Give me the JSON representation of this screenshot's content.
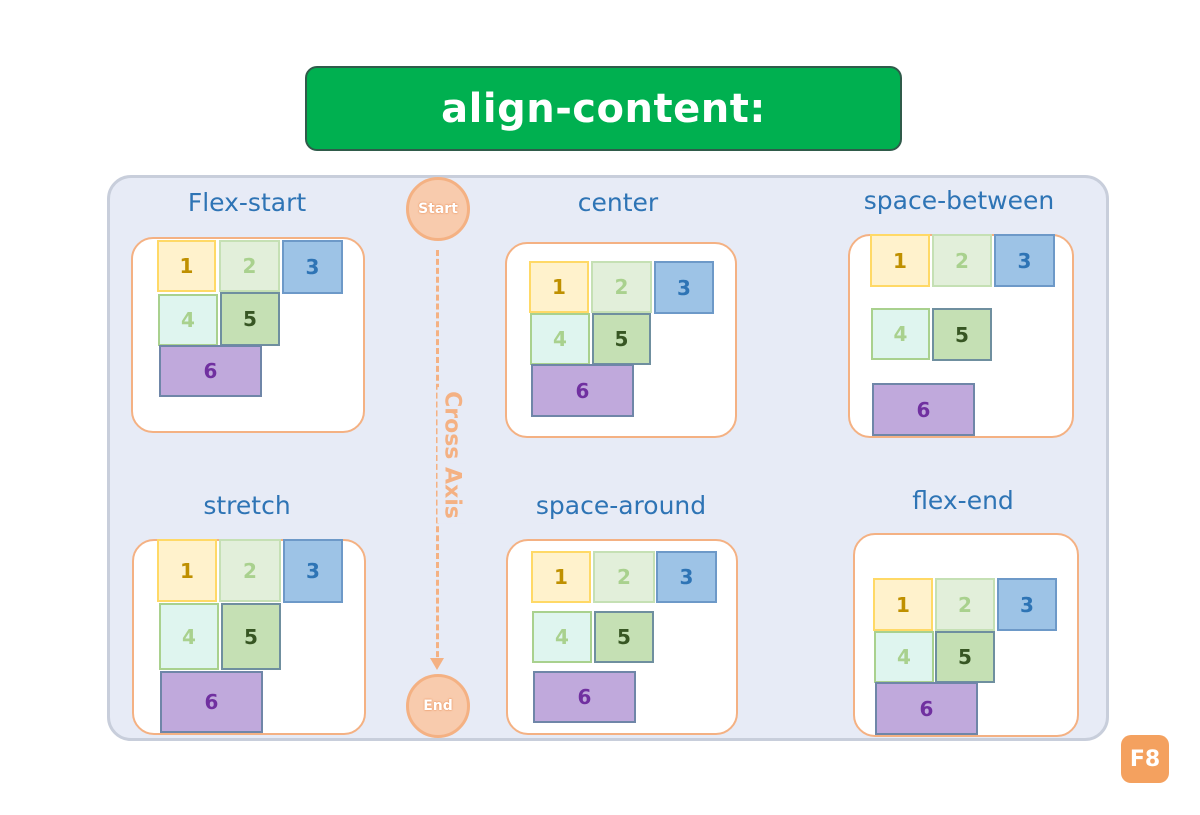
{
  "title": "align-content:",
  "axis": {
    "start": "Start",
    "end": "End",
    "label": "Cross Axis"
  },
  "items": [
    "1",
    "2",
    "3",
    "4",
    "5",
    "6"
  ],
  "demos": [
    {
      "key": "flex_start",
      "label": "Flex-start"
    },
    {
      "key": "center",
      "label": "center"
    },
    {
      "key": "space_between",
      "label": "space-between"
    },
    {
      "key": "stretch",
      "label": "stretch"
    },
    {
      "key": "space_around",
      "label": "space-around"
    },
    {
      "key": "flex_end",
      "label": "flex-end"
    }
  ],
  "logo": "F8",
  "colors": {
    "title_bg": "#00b050",
    "panel_bg": "#e7ebf6",
    "label": "#2e74b5",
    "accent": "#f4b183"
  }
}
